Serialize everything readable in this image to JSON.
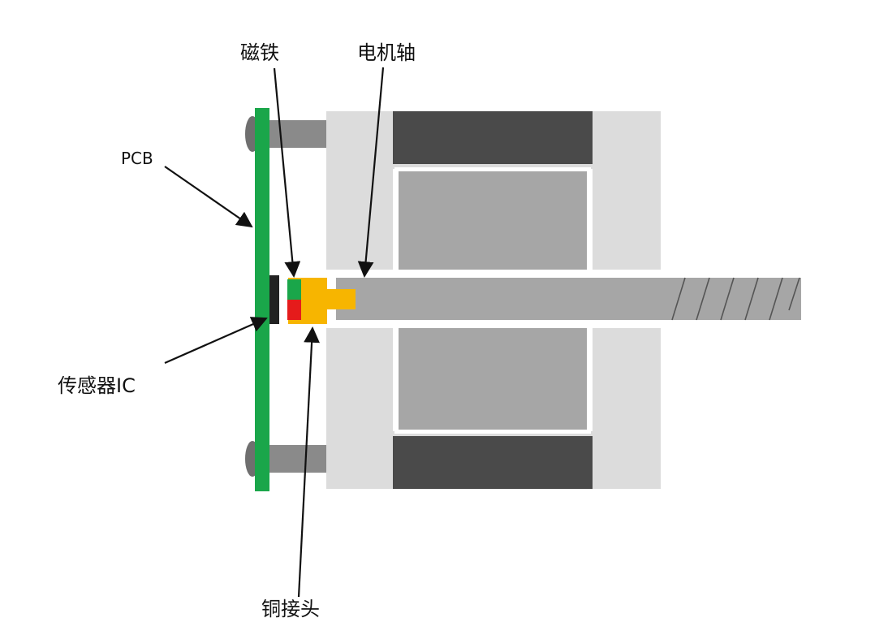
{
  "labels": {
    "pcb": "PCB",
    "magnet": "磁铁",
    "motor_shaft": "电机轴",
    "sensor_ic": "传感器IC",
    "copper_head": "铜接头"
  },
  "colors": {
    "pcb_board": "#1aa64a",
    "magnet_top": "#1aa64a",
    "magnet_bottom": "#e51b1b",
    "copper_head": "#f7b500",
    "sensor_ic": "#222222",
    "housing_light": "#dcdcdc",
    "housing_dark": "#4a4a4a",
    "rotor": "#a6a6a6",
    "shaft": "#a6a6a6",
    "screw": "#8a8a8a",
    "screw_head": "#6f6f6f",
    "arrow": "#111111"
  }
}
